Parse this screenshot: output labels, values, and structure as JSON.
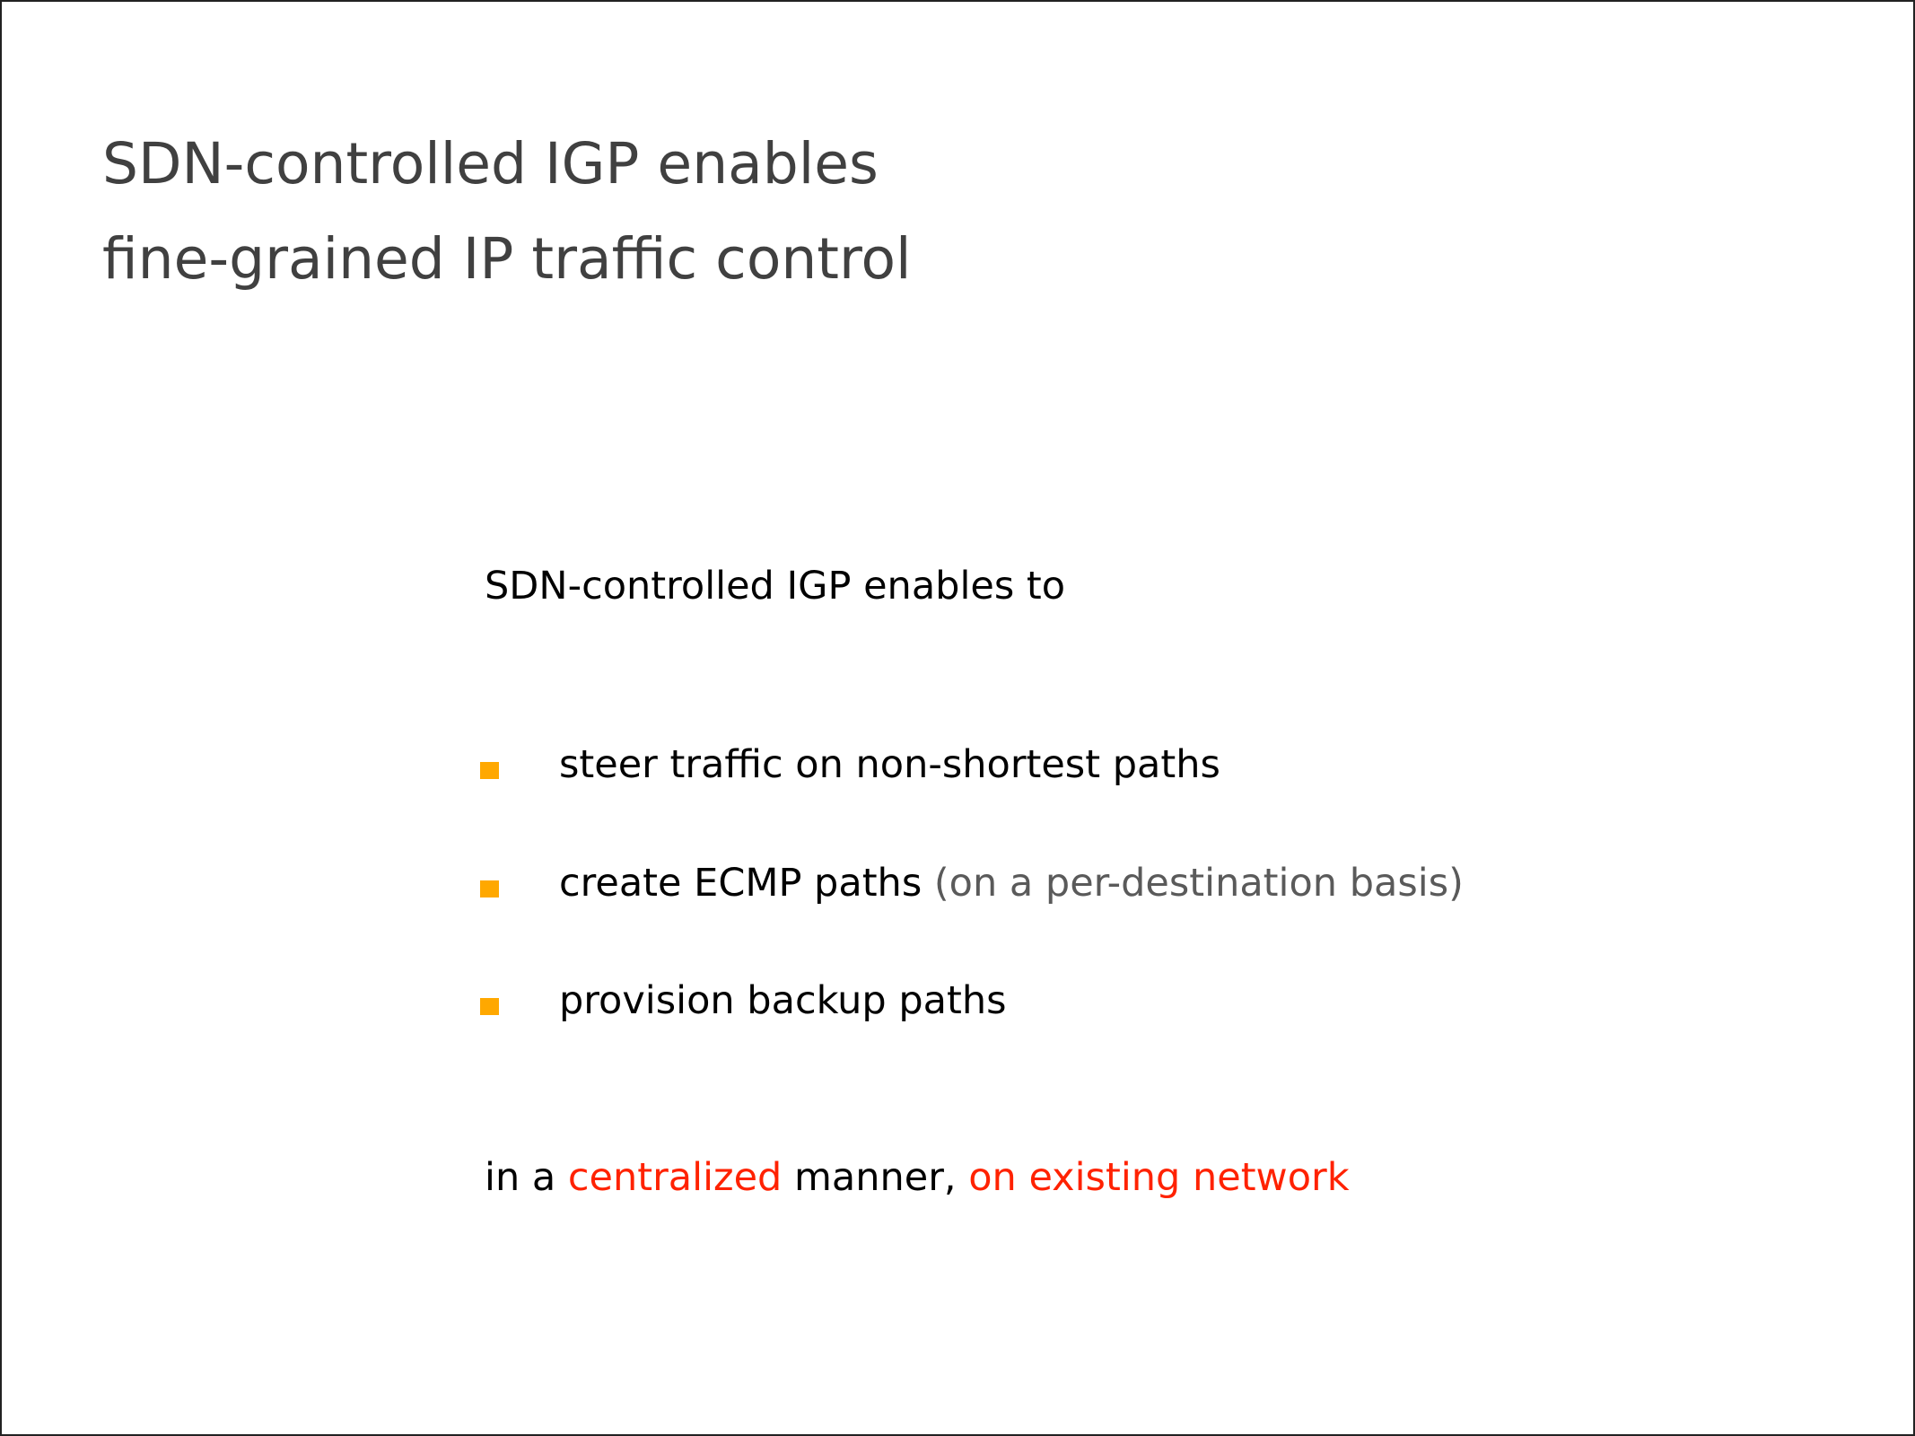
{
  "title": {
    "line1": "SDN-controlled IGP enables",
    "line2": "fine-grained IP traffic control"
  },
  "intro": "SDN-controlled IGP enables to",
  "bullets": [
    {
      "text": "steer traffic on non-shortest paths",
      "note": ""
    },
    {
      "text": "create ECMP paths",
      "note": "(on a per-destination basis)"
    },
    {
      "text": "provision backup paths",
      "note": ""
    }
  ],
  "closing": {
    "part1": "in a ",
    "highlight1": "centralized",
    "part2": " manner, ",
    "highlight2": "on existing network"
  },
  "colors": {
    "bullet": "#FFA800",
    "highlight": "#FF2200",
    "note": "#5a5a5a",
    "title": "#404040"
  }
}
